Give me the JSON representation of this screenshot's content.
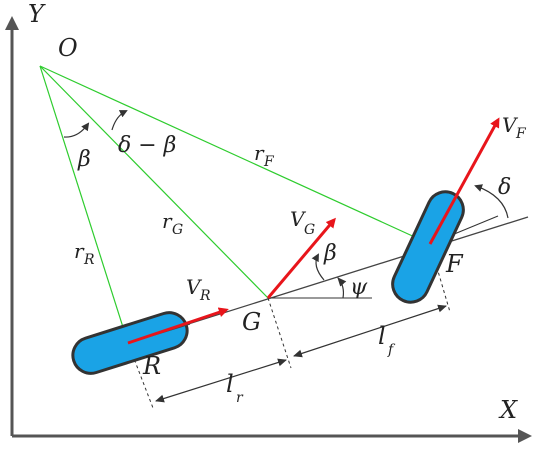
{
  "labels": {
    "y_axis": "Y",
    "x_axis": "X",
    "origin": "O",
    "rear": "R",
    "front": "F",
    "cog": "G",
    "beta": "β",
    "delta_minus_beta": "δ − β",
    "delta": "δ",
    "psi": "ψ",
    "r_F": {
      "base": "r",
      "sub": "F"
    },
    "r_G": {
      "base": "r",
      "sub": "G"
    },
    "r_R": {
      "base": "r",
      "sub": "R"
    },
    "V_F": {
      "base": "V",
      "sub": "F"
    },
    "V_G": {
      "base": "V",
      "sub": "G"
    },
    "V_R": {
      "base": "V",
      "sub": "R"
    },
    "l_f": {
      "base": "l",
      "sub": "f"
    },
    "l_r": {
      "base": "l",
      "sub": "r"
    }
  },
  "colors": {
    "axis": "#555555",
    "radius_lines": "#2ecc2e",
    "velocity": "#e8151b",
    "wheel_fill": "#1aa3e6",
    "wheel_stroke": "#333333",
    "body_line": "#444444"
  }
}
